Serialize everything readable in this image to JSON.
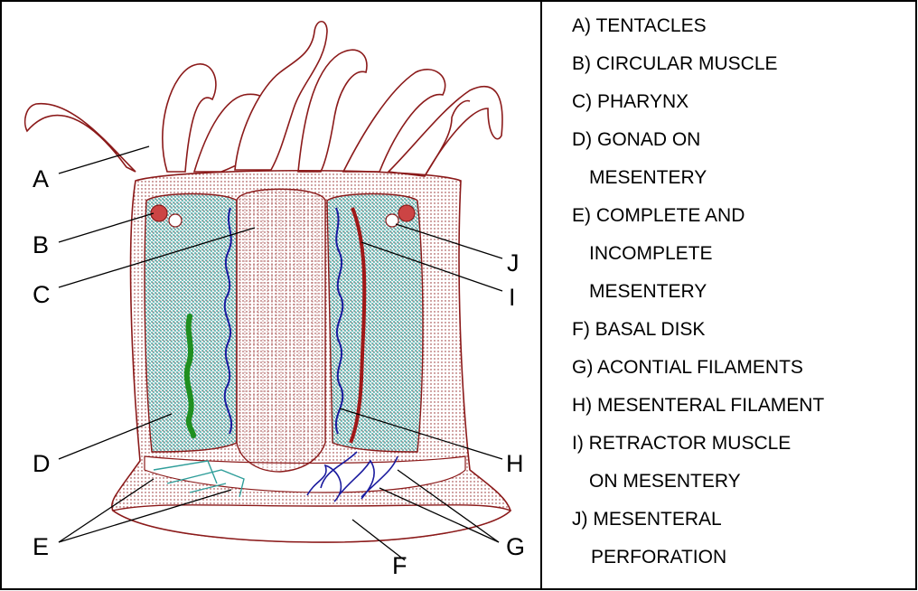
{
  "diagram_labels": [
    "A",
    "B",
    "C",
    "D",
    "E",
    "F",
    "G",
    "H",
    "I",
    "J"
  ],
  "legend": [
    "A) TENTACLES",
    "B) CIRCULAR MUSCLE",
    "C) PHARYNX",
    "D) GONAD ON",
    "MESENTERY",
    "E) COMPLETE AND",
    "INCOMPLETE",
    "MESENTERY",
    "F) BASAL DISK",
    "G) ACONTIAL FILAMENTS",
    "H) MESENTERAL FILAMENT",
    "I) RETRACTOR MUSCLE",
    "ON MESENTERY",
    "J) MESENTERAL",
    "PERFORATION"
  ],
  "colors": {
    "outline": "#8b1a1a",
    "mesentery": "#2f9e9a",
    "filament": "#1a1a9e",
    "gonad": "#1f8f1f",
    "muscle": "#a01818"
  }
}
